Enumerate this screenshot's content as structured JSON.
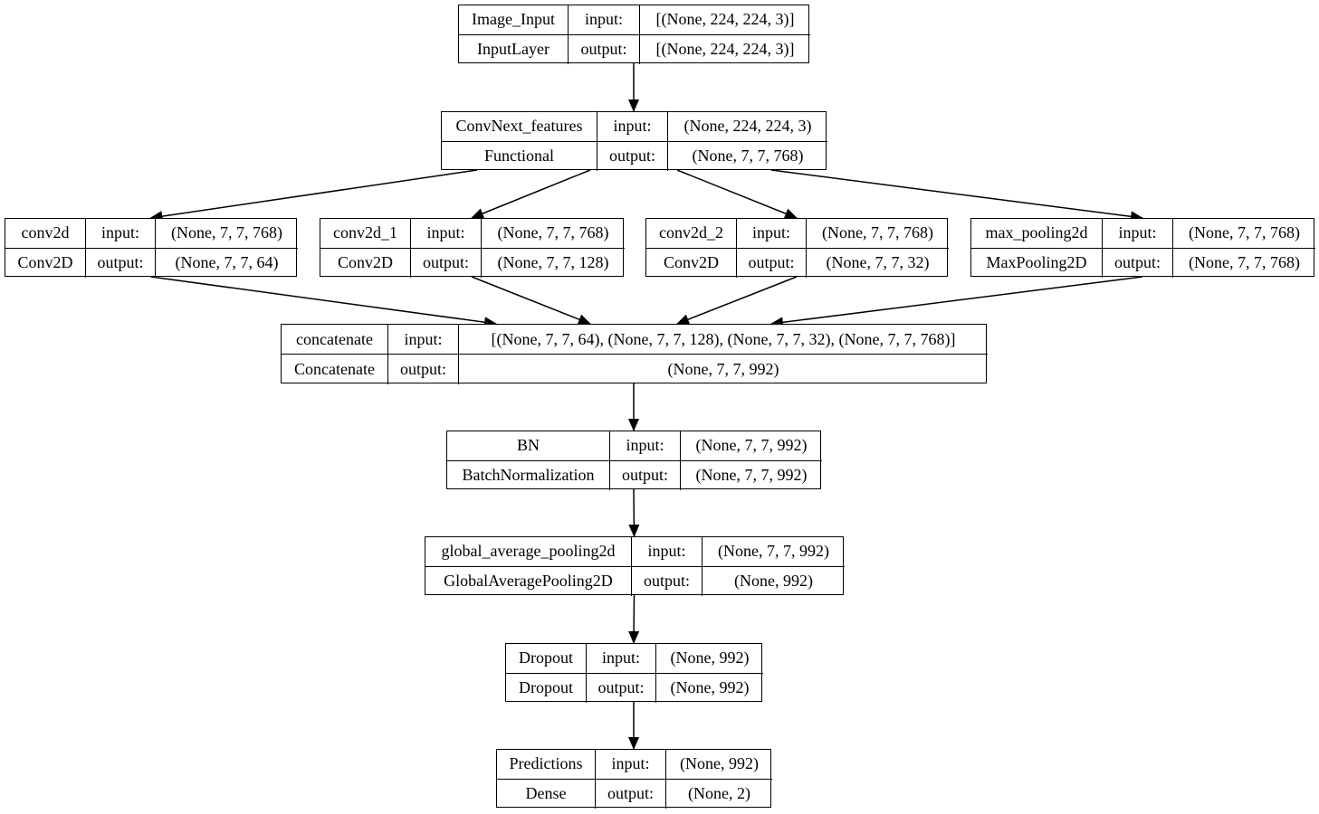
{
  "nodes": [
    {
      "id": "image_input",
      "name": "Image_Input",
      "type": "InputLayer",
      "input": "[(None, 224, 224, 3)]",
      "output": "[(None, 224, 224, 3)]"
    },
    {
      "id": "convnext_features",
      "name": "ConvNext_features",
      "type": "Functional",
      "input": "(None, 224, 224, 3)",
      "output": "(None, 7, 7, 768)"
    },
    {
      "id": "conv2d",
      "name": "conv2d",
      "type": "Conv2D",
      "input": "(None, 7, 7, 768)",
      "output": "(None, 7, 7, 64)"
    },
    {
      "id": "conv2d_1",
      "name": "conv2d_1",
      "type": "Conv2D",
      "input": "(None, 7, 7, 768)",
      "output": "(None, 7, 7, 128)"
    },
    {
      "id": "conv2d_2",
      "name": "conv2d_2",
      "type": "Conv2D",
      "input": "(None, 7, 7, 768)",
      "output": "(None, 7, 7, 32)"
    },
    {
      "id": "max_pooling2d",
      "name": "max_pooling2d",
      "type": "MaxPooling2D",
      "input": "(None, 7, 7, 768)",
      "output": "(None, 7, 7, 768)"
    },
    {
      "id": "concatenate",
      "name": "concatenate",
      "type": "Concatenate",
      "input": "[(None, 7, 7, 64), (None, 7, 7, 128), (None, 7, 7, 32), (None, 7, 7, 768)]",
      "output": "(None, 7, 7, 992)"
    },
    {
      "id": "bn",
      "name": "BN",
      "type": "BatchNormalization",
      "input": "(None, 7, 7, 992)",
      "output": "(None, 7, 7, 992)"
    },
    {
      "id": "global_average_pooling2d",
      "name": "global_average_pooling2d",
      "type": "GlobalAveragePooling2D",
      "input": "(None, 7, 7, 992)",
      "output": "(None, 992)"
    },
    {
      "id": "dropout",
      "name": "Dropout",
      "type": "Dropout",
      "input": "(None, 992)",
      "output": "(None, 992)"
    },
    {
      "id": "predictions",
      "name": "Predictions",
      "type": "Dense",
      "input": "(None, 992)",
      "output": "(None, 2)"
    }
  ],
  "edges": [
    {
      "from": "image_input",
      "to": "convnext_features"
    },
    {
      "from": "convnext_features",
      "to": "conv2d"
    },
    {
      "from": "convnext_features",
      "to": "conv2d_1"
    },
    {
      "from": "convnext_features",
      "to": "conv2d_2"
    },
    {
      "from": "convnext_features",
      "to": "max_pooling2d"
    },
    {
      "from": "conv2d",
      "to": "concatenate"
    },
    {
      "from": "conv2d_1",
      "to": "concatenate"
    },
    {
      "from": "conv2d_2",
      "to": "concatenate"
    },
    {
      "from": "max_pooling2d",
      "to": "concatenate"
    },
    {
      "from": "concatenate",
      "to": "bn"
    },
    {
      "from": "bn",
      "to": "global_average_pooling2d"
    },
    {
      "from": "global_average_pooling2d",
      "to": "dropout"
    },
    {
      "from": "dropout",
      "to": "predictions"
    }
  ],
  "port_labels": {
    "input": "input:",
    "output": "output:"
  },
  "colors": {
    "stroke": "#000000",
    "background": "#ffffff"
  }
}
